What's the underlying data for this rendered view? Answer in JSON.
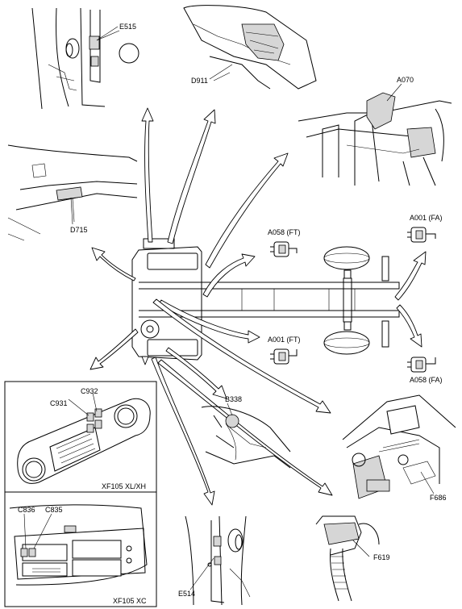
{
  "labels": {
    "e515": "E515",
    "d911": "D911",
    "a070": "A070",
    "d715": "D715",
    "a058_ft": "A058 (FT)",
    "a001_fa": "A001 (FA)",
    "a001_ft": "A001 (FT)",
    "a058_fa": "A058 (FA)",
    "c932": "C932",
    "c931": "C931",
    "b338": "B338",
    "xf105_xlxh": "XF105 XL/XH",
    "c836": "C836",
    "c835": "C835",
    "f686": "F686",
    "f619": "F619",
    "e514": "E514",
    "xf105_xc": "XF105 XC"
  }
}
